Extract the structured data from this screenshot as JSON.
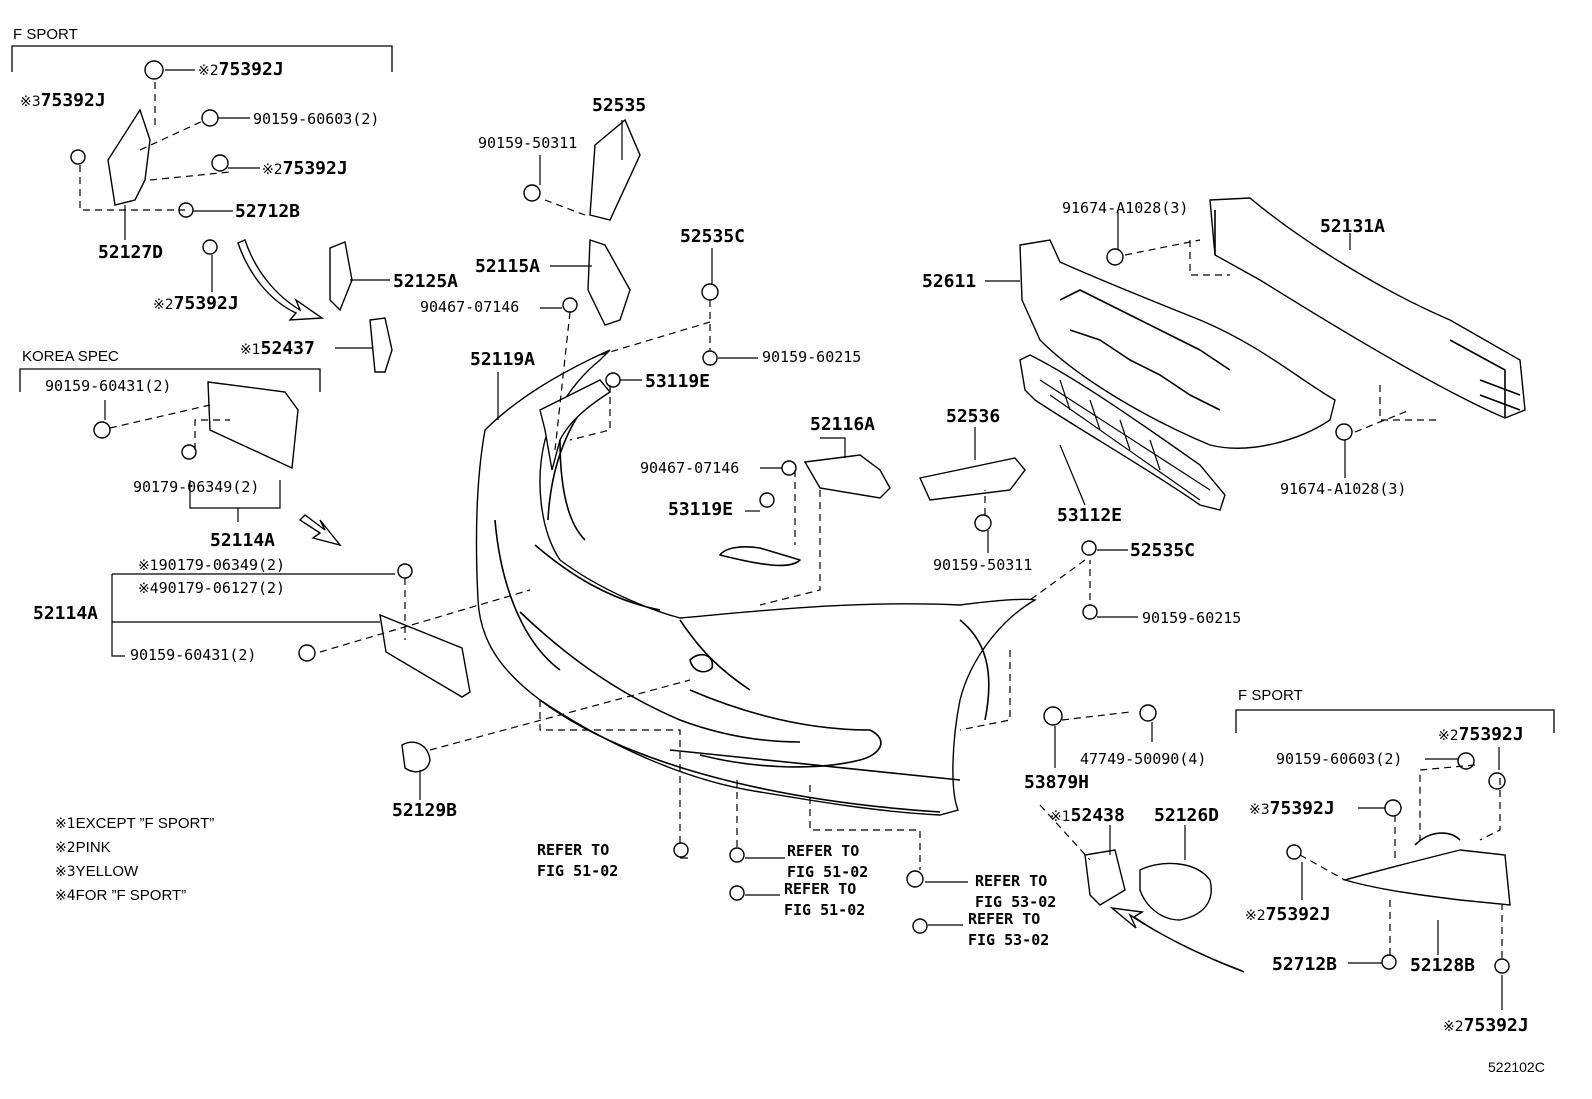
{
  "diagram_id": "522102C",
  "groups": {
    "fsport_top": "F SPORT",
    "korea": "KOREA SPEC",
    "fsport_bottom": "F SPORT"
  },
  "legend": [
    {
      "mark": "※1",
      "text": "EXCEPT ”F SPORT”"
    },
    {
      "mark": "※2",
      "text": "PINK"
    },
    {
      "mark": "※3",
      "text": "YELLOW"
    },
    {
      "mark": "※4",
      "text": "FOR ”F SPORT”"
    }
  ],
  "callouts": [
    {
      "mark": "※2",
      "part": "75392J"
    },
    {
      "mark": "※3",
      "part": "75392J"
    },
    {
      "mark": "",
      "part": "90159-60603(2)"
    },
    {
      "mark": "※2",
      "part": "75392J"
    },
    {
      "mark": "",
      "part": "52712B"
    },
    {
      "mark": "",
      "part": "52127D"
    },
    {
      "mark": "※2",
      "part": "75392J"
    },
    {
      "mark": "",
      "part": "52125A"
    },
    {
      "mark": "※1",
      "part": "52437"
    },
    {
      "mark": "",
      "part": "52535"
    },
    {
      "mark": "",
      "part": "90159-50311"
    },
    {
      "mark": "",
      "part": "52535C"
    },
    {
      "mark": "",
      "part": "52115A"
    },
    {
      "mark": "",
      "part": "90467-07146"
    },
    {
      "mark": "",
      "part": "90159-60215"
    },
    {
      "mark": "",
      "part": "52119A"
    },
    {
      "mark": "",
      "part": "53119E"
    },
    {
      "mark": "",
      "part": "90159-60431(2)"
    },
    {
      "mark": "",
      "part": "90179-06349(2)"
    },
    {
      "mark": "",
      "part": "52114A"
    },
    {
      "mark": "※1",
      "part": "90179-06349(2)"
    },
    {
      "mark": "※4",
      "part": "90179-06127(2)"
    },
    {
      "mark": "",
      "part": "52114A"
    },
    {
      "mark": "",
      "part": "90159-60431(2)"
    },
    {
      "mark": "",
      "part": "52116A"
    },
    {
      "mark": "",
      "part": "90467-07146"
    },
    {
      "mark": "",
      "part": "53119E"
    },
    {
      "mark": "",
      "part": "52536"
    },
    {
      "mark": "",
      "part": "90159-50311"
    },
    {
      "mark": "",
      "part": "91674-A1028(3)"
    },
    {
      "mark": "",
      "part": "52611"
    },
    {
      "mark": "",
      "part": "52131A"
    },
    {
      "mark": "",
      "part": "53112E"
    },
    {
      "mark": "",
      "part": "91674-A1028(3)"
    },
    {
      "mark": "",
      "part": "52535C"
    },
    {
      "mark": "",
      "part": "90159-60215"
    },
    {
      "mark": "",
      "part": "47749-50090(4)"
    },
    {
      "mark": "",
      "part": "53879H"
    },
    {
      "mark": "",
      "part": "52129B"
    },
    {
      "mark": "※1",
      "part": "52438"
    },
    {
      "mark": "",
      "part": "52126D"
    },
    {
      "mark": "※2",
      "part": "75392J"
    },
    {
      "mark": "",
      "part": "90159-60603(2)"
    },
    {
      "mark": "※3",
      "part": "75392J"
    },
    {
      "mark": "※2",
      "part": "75392J"
    },
    {
      "mark": "",
      "part": "52712B"
    },
    {
      "mark": "",
      "part": "52128B"
    },
    {
      "mark": "※2",
      "part": "75392J"
    }
  ],
  "refers": [
    {
      "line1": "REFER TO",
      "line2": "FIG 51-02"
    },
    {
      "line1": "REFER TO",
      "line2": "FIG 51-02"
    },
    {
      "line1": "REFER TO",
      "line2": "FIG 51-02"
    },
    {
      "line1": "REFER TO",
      "line2": "FIG 53-02"
    },
    {
      "line1": "REFER TO",
      "line2": "FIG 53-02"
    }
  ]
}
